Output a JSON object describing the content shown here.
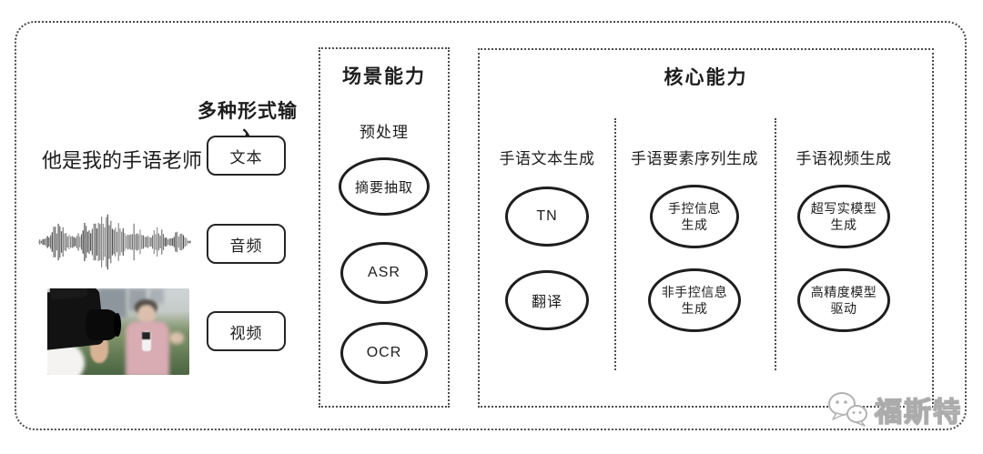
{
  "input_section": {
    "title": "多种形式输入",
    "text_sample": "他是我的手语老师",
    "types": [
      "文本",
      "音频",
      "视频"
    ]
  },
  "scene_panel": {
    "title": "场景能力",
    "subtitle": "预处理",
    "nodes": [
      "摘要抽取",
      "ASR",
      "OCR"
    ]
  },
  "core_panel": {
    "title": "核心能力",
    "columns": [
      {
        "header": "手语文本生成",
        "nodes": [
          "TN",
          "翻译"
        ]
      },
      {
        "header": "手语要素序列生成",
        "nodes": [
          "手控信息\n生成",
          "非手控信息\n生成"
        ]
      },
      {
        "header": "手语视频生成",
        "nodes": [
          "超写实模型\n生成",
          "高精度模型\n驱动"
        ]
      }
    ]
  },
  "watermark": {
    "text": "福斯特",
    "icon": "wechat-icon"
  },
  "colors": {
    "background": "#ffffff",
    "stroke": "#1e1e1e",
    "dotted": "#4c4c4c"
  }
}
